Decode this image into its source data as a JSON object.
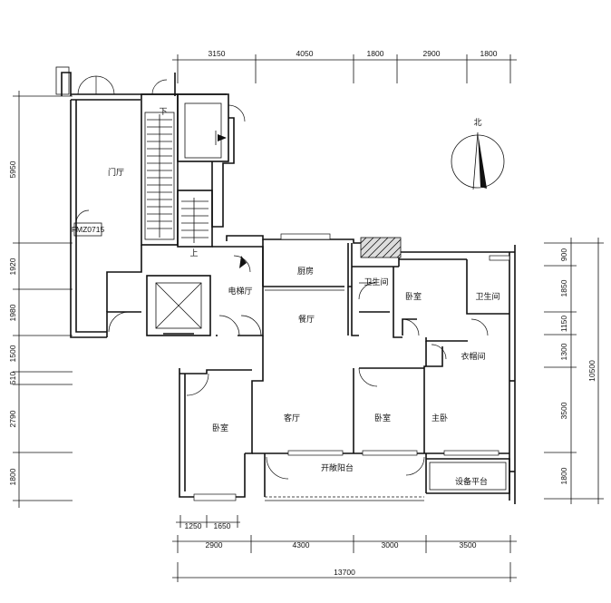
{
  "title": "",
  "rooms": {
    "lobby": "门厅",
    "kitchen": "厨房",
    "elevator_hall": "电梯厅",
    "dining": "餐厅",
    "bath1": "卫生间",
    "bath2": "卫生间",
    "bedroom_n": "卧室",
    "closet": "衣帽间",
    "living": "客厅",
    "bedroom_sw": "卧室",
    "bedroom_s": "卧室",
    "master": "主卧",
    "balcony": "开敞阳台",
    "equipment": "设备平台"
  },
  "labels": {
    "north": "北",
    "door_code": "FMZ0715",
    "stair_down": "下",
    "stair_up": "上"
  },
  "dimensions": {
    "top": [
      "3150",
      "4050",
      "1800",
      "2900",
      "1800"
    ],
    "left": [
      "5950",
      "1920",
      "1980",
      "1500",
      "510",
      "2790",
      "1800"
    ],
    "right": [
      "900",
      "1850",
      "1150",
      "1300",
      "3500",
      "1800"
    ],
    "right_total": "10500",
    "bottom_small": [
      "1250",
      "1650"
    ],
    "bottom": [
      "2900",
      "4300",
      "3000",
      "3500"
    ],
    "bottom_total": "13700"
  }
}
